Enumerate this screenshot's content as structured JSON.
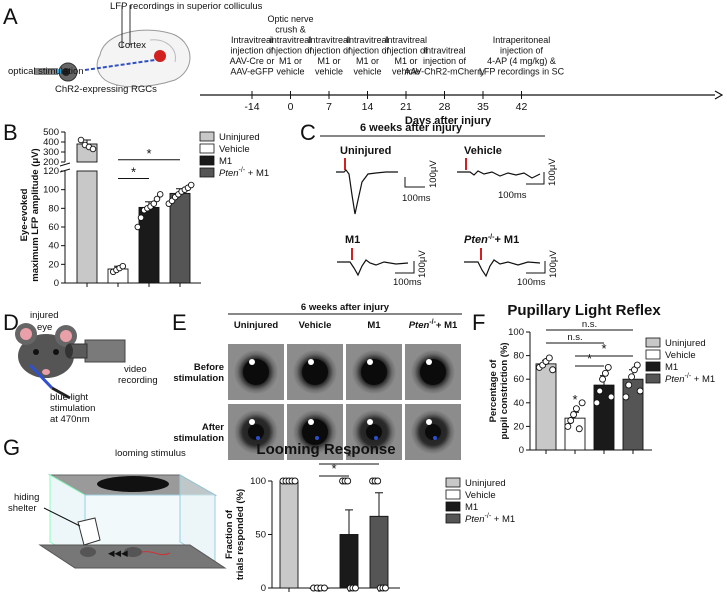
{
  "panel_letters": [
    "A",
    "B",
    "C",
    "D",
    "E",
    "F",
    "G"
  ],
  "panelA": {
    "lfp_label": "LFP recordings in superior colliculus",
    "cortex_label": "Cortex",
    "optical_label": "optical stimulation",
    "chr2_label": "ChR2-expressing RGCs",
    "timeline_ticks": [
      "-14",
      "0",
      "7",
      "14",
      "21",
      "28",
      "35",
      "42"
    ],
    "events": [
      {
        "day": "-14",
        "text": [
          "Intravitreal",
          "injection of",
          "AAV-Cre or",
          "AAV-eGFP"
        ]
      },
      {
        "day": "0",
        "text": [
          "Optic nerve",
          "crush &",
          "intravitreal",
          "injection of",
          "M1 or",
          "vehicle"
        ]
      },
      {
        "day": "7",
        "text": [
          "Intravitreal",
          "injection of",
          "M1 or",
          "vehicle"
        ]
      },
      {
        "day": "14",
        "text": [
          "Intravitreal",
          "injection of",
          "M1 or",
          "vehicle"
        ]
      },
      {
        "day": "21",
        "text": [
          "Intravitreal",
          "injection of",
          "M1 or",
          "vehicle"
        ]
      },
      {
        "day": "28",
        "text": [
          "Intravitreal",
          "injection of",
          "AAV-ChR2-mCherry"
        ]
      },
      {
        "day": "42",
        "text": [
          "Intraperitoneal",
          "injection of",
          "4-AP (4 mg/kg) &",
          "LFP recordings in SC"
        ]
      }
    ],
    "axis_label": "Days after injury"
  },
  "legend": {
    "uninjured": "Uninjured",
    "vehicle": "Vehicle",
    "m1": "M1",
    "pten": "Pten",
    "pten_sup": "-/-",
    "pten_suffix": " + M1"
  },
  "colors": {
    "uninjured": "#c8c8c8",
    "vehicle": "#ffffff",
    "m1": "#1a1a1a",
    "pten": "#555555"
  },
  "panelC": {
    "title": "6 weeks after injury",
    "labels": [
      "Uninjured",
      "Vehicle",
      "M1",
      "+ M1"
    ],
    "scale_v": "100μV",
    "scale_t": "100ms"
  },
  "panelD": {
    "injured_eye": "injured eye",
    "blue_light": "blue light stimulation at 470nm",
    "video": "video recording"
  },
  "panelE": {
    "title": "6 weeks after injury",
    "columns": [
      "Uninjured",
      "Vehicle",
      "M1",
      "+ M1"
    ],
    "rows": [
      "Before stimulation",
      "After stimulation"
    ]
  },
  "panelG": {
    "looming": "looming stimulus",
    "shelter": "hiding shelter"
  },
  "chart_data": [
    {
      "type": "bar",
      "categories": [
        "Uninjured",
        "Vehicle",
        "M1",
        "Pten-/- + M1"
      ],
      "values": [
        380,
        15,
        81,
        96
      ],
      "errors": [
        40,
        3,
        6,
        5
      ],
      "points": [
        [
          420,
          370,
          350,
          330
        ],
        [
          12,
          14,
          16,
          18
        ],
        [
          60,
          70,
          78,
          80,
          82,
          85,
          90,
          95
        ],
        [
          85,
          88,
          92,
          95,
          98,
          100,
          102,
          105
        ]
      ],
      "ylabel": "Eye-evoked maximum LFP amplitude (μV)",
      "yticks_lower": [
        "0",
        "20",
        "40",
        "60",
        "80",
        "100",
        "120"
      ],
      "yticks_upper": [
        "200",
        "300",
        "400",
        "500"
      ],
      "significance": [
        "*",
        "*"
      ]
    },
    {
      "type": "bar",
      "title": "Pupillary Light Reflex",
      "categories": [
        "Uninjured",
        "Vehicle",
        "M1",
        "Pten-/- + M1"
      ],
      "values": [
        73,
        27,
        55,
        60
      ],
      "errors": [
        3,
        5,
        8,
        8
      ],
      "points": [
        [
          70,
          72,
          75,
          78,
          68
        ],
        [
          20,
          25,
          30,
          35,
          18,
          40
        ],
        [
          40,
          50,
          60,
          65,
          70,
          45
        ],
        [
          45,
          55,
          62,
          68,
          72,
          50
        ]
      ],
      "ylabel": "Percentage of pupil constriction (%)",
      "yticks": [
        "0",
        "20",
        "40",
        "60",
        "80",
        "100"
      ],
      "ylim": [
        0,
        100
      ],
      "significance": [
        "n.s.",
        "n.s.",
        "*",
        "*",
        "*"
      ]
    },
    {
      "type": "bar",
      "title": "Looming Response",
      "categories": [
        "Uninjured",
        "Vehicle",
        "M1",
        "Pten-/- + M1"
      ],
      "values": [
        100,
        0,
        50,
        67
      ],
      "errors": [
        0,
        0,
        23,
        22
      ],
      "points": [
        [
          100,
          100,
          100,
          100,
          100
        ],
        [
          0,
          0,
          0,
          0
        ],
        [
          100,
          100,
          100,
          0,
          0,
          0
        ],
        [
          100,
          100,
          100,
          0,
          0,
          0
        ]
      ],
      "ylabel": "Fraction of trials responded (%)",
      "yticks": [
        "0",
        "50",
        "100"
      ],
      "ylim": [
        0,
        100
      ],
      "significance": [
        "*",
        "*"
      ]
    }
  ]
}
